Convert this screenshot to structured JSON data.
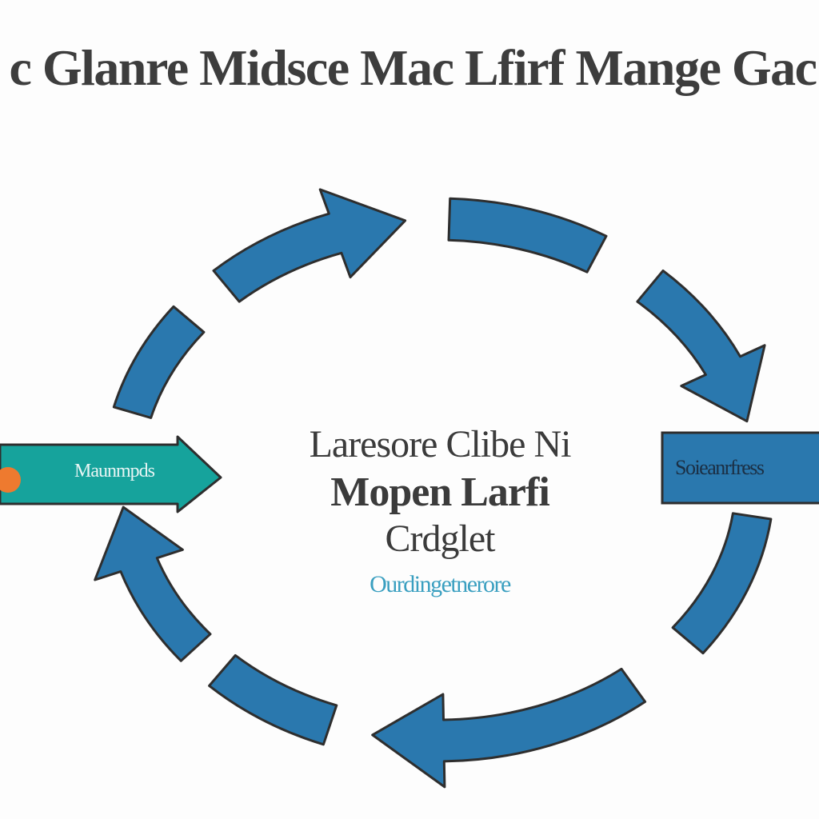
{
  "title": "c Glanre Midsce Mac Lfirf Mange Gac",
  "center": {
    "line1": "Laresore Clibe Ni",
    "line2": "Mopen Larfi",
    "line3": "Crdglet",
    "caption": "Ourdingetnerore"
  },
  "left_input": {
    "label": "Maunmpds",
    "fill": "#16a39c",
    "dot_color": "#ee7a2f"
  },
  "right_output": {
    "label": "Soieanrfress",
    "fill": "#2a78ae"
  },
  "colors": {
    "arrow_fill": "#2a78ae",
    "arrow_outline": "#2e2e2e",
    "title_text": "#3d3d3d",
    "caption_text": "#3a9fc0"
  },
  "cycle": {
    "segments": 8,
    "direction": "clockwise"
  }
}
